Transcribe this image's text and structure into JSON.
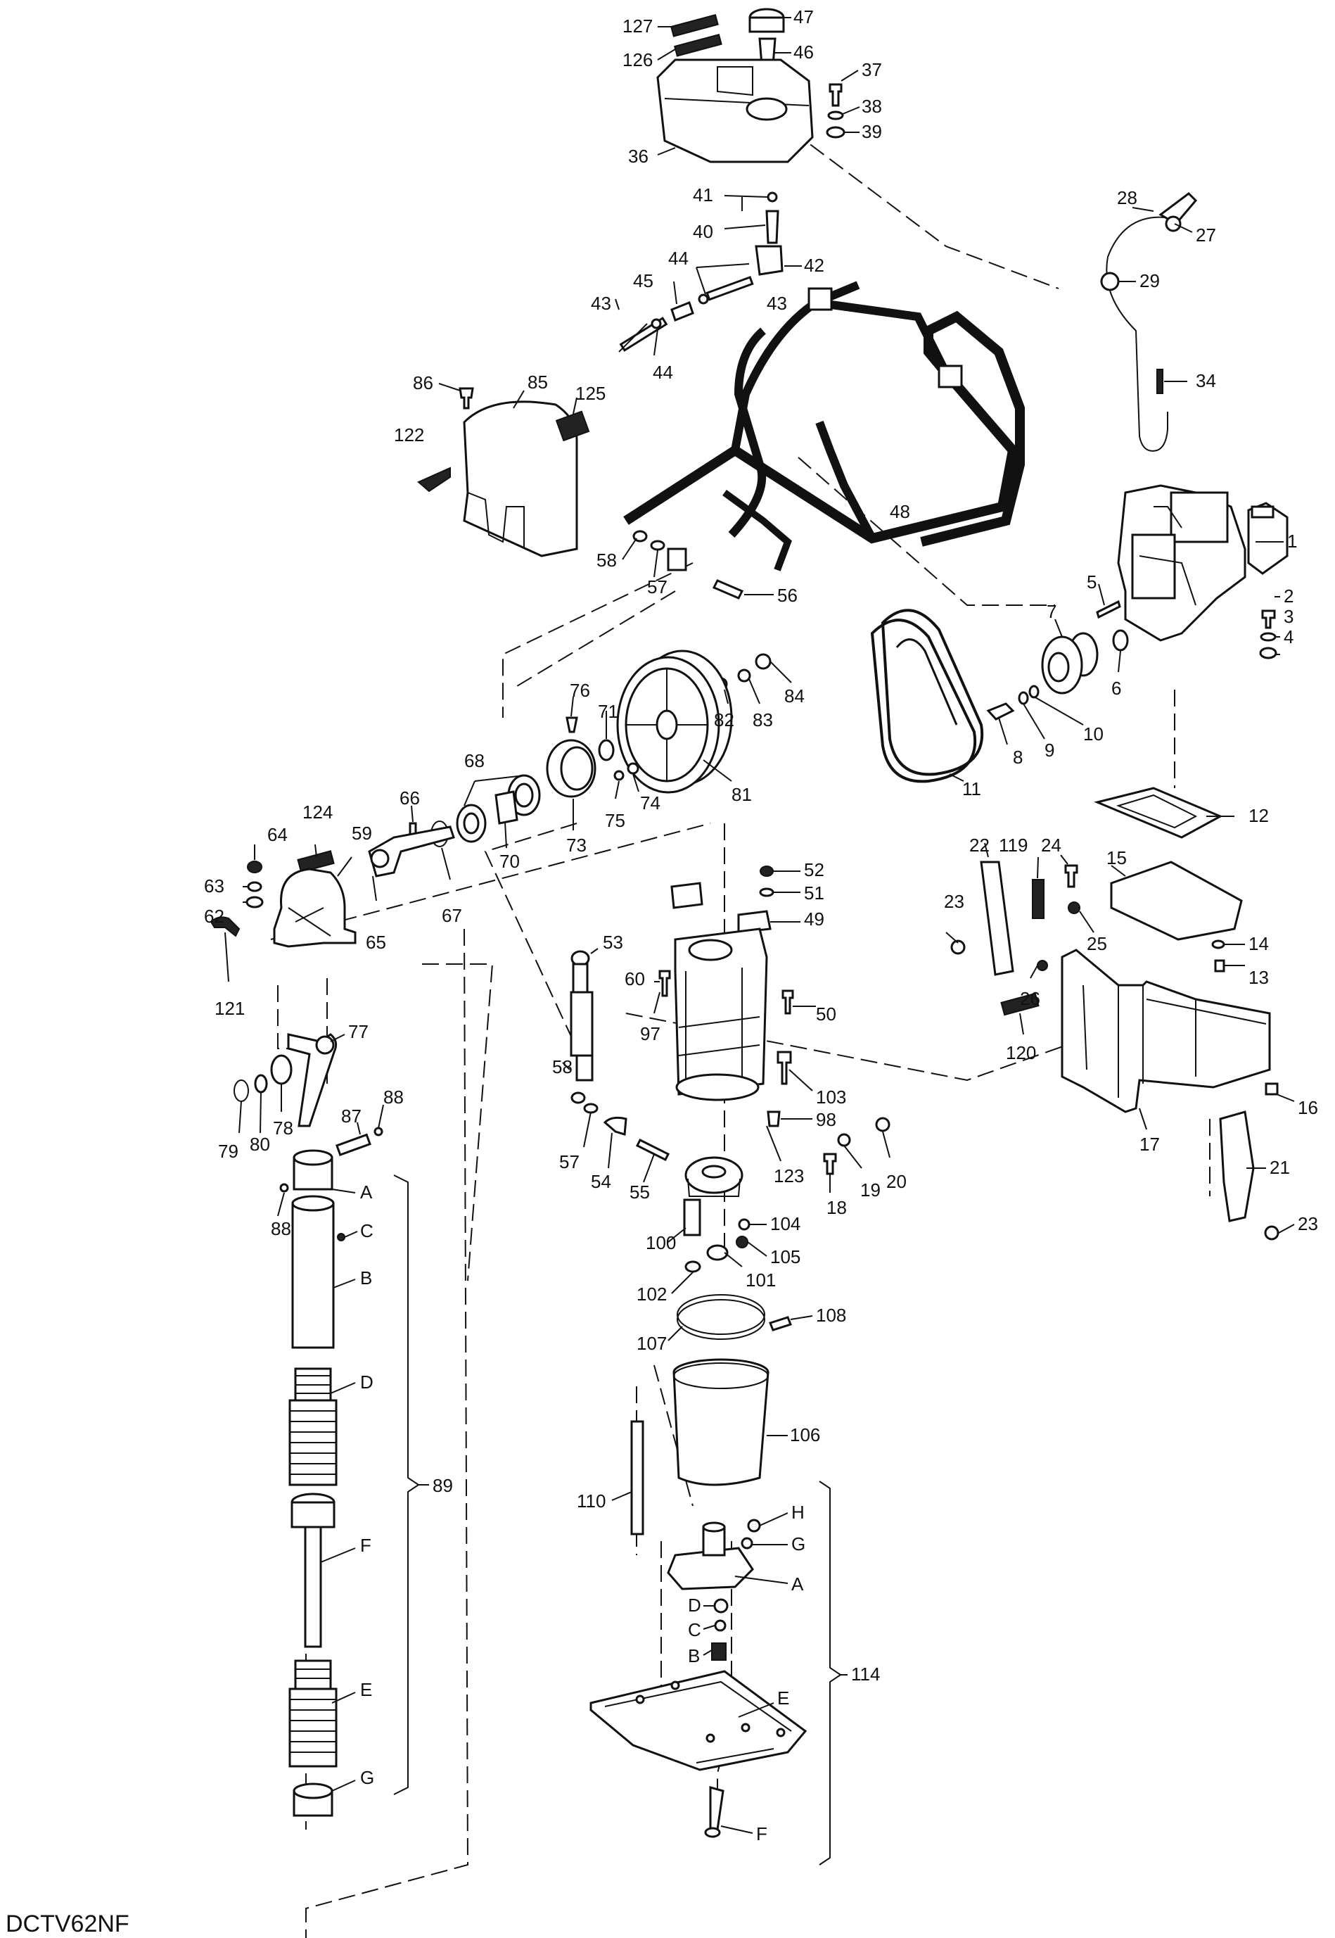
{
  "model": "DCTV62NF",
  "labels": {
    "l127": "127",
    "l126": "126",
    "l47": "47",
    "l46": "46",
    "l37": "37",
    "l38": "38",
    "l39": "39",
    "l36": "36",
    "l41": "41",
    "l40": "40",
    "l44a": "44",
    "l45": "45",
    "l42": "42",
    "l43a": "43",
    "l43b": "43",
    "l44b": "44",
    "l28": "28",
    "l27": "27",
    "l29": "29",
    "l34": "34",
    "l86": "86",
    "l85": "85",
    "l125": "125",
    "l122": "122",
    "l48": "48",
    "l1": "1",
    "l58a": "58",
    "l57a": "57",
    "l56": "56",
    "l5": "5",
    "l2": "2",
    "l3": "3",
    "l4": "4",
    "l7": "7",
    "l6": "6",
    "l84": "84",
    "l82": "82",
    "l83": "83",
    "l10": "10",
    "l9": "9",
    "l8": "8",
    "l76": "76",
    "l71": "71",
    "l74": "74",
    "l75": "75",
    "l73": "73",
    "l81": "81",
    "l11": "11",
    "l68": "68",
    "l66": "66",
    "l70": "70",
    "l67": "67",
    "l65": "65",
    "l64": "64",
    "l124": "124",
    "l59": "59",
    "l63": "63",
    "l62": "62",
    "l121": "121",
    "l12": "12",
    "l15": "15",
    "l22": "22",
    "l119": "119",
    "l24": "24",
    "l23a": "23",
    "l25": "25",
    "l14": "14",
    "l13": "13",
    "l52": "52",
    "l51": "51",
    "l49": "49",
    "l53": "53",
    "l60": "60",
    "l97": "97",
    "l50": "50",
    "l26": "26",
    "l120": "120",
    "l16": "16",
    "l17": "17",
    "l77": "77",
    "l58b": "58",
    "l103": "103",
    "l87": "87",
    "l88a": "88",
    "l79": "79",
    "l80": "80",
    "l78": "78",
    "l98": "98",
    "l57b": "57",
    "l54": "54",
    "l123": "123",
    "l18": "18",
    "l19": "19",
    "l20": "20",
    "l55": "55",
    "l21": "21",
    "l23b": "23",
    "l88b": "88",
    "lA1": "A",
    "lC1": "C",
    "lB1": "B",
    "l100": "100",
    "l104": "104",
    "l105": "105",
    "l101": "101",
    "l102": "102",
    "l108": "108",
    "l107": "107",
    "lD1": "D",
    "l106": "106",
    "l89": "89",
    "l110": "110",
    "lF1": "F",
    "lH": "H",
    "lG2": "G",
    "lA2": "A",
    "lD2": "D",
    "lC2": "C",
    "lB2": "B",
    "l114": "114",
    "lE2": "E",
    "lE1": "E",
    "lG1": "G",
    "lF2": "F"
  }
}
